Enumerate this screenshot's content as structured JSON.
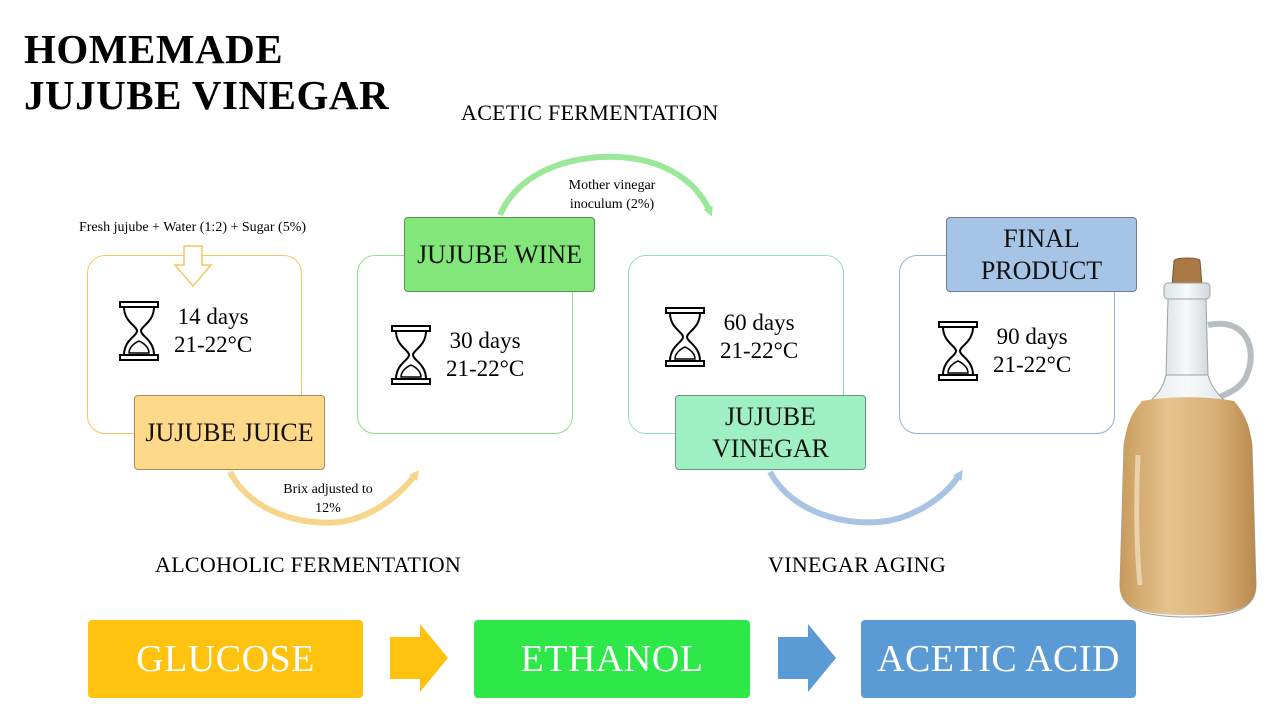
{
  "title": {
    "line1": "HOMEMADE",
    "line2": "JUJUBE VINEGAR"
  },
  "phases": {
    "acetic": "ACETIC FERMENTATION",
    "alcoholic": "ALCOHOLIC FERMENTATION",
    "aging": "VINEGAR AGING"
  },
  "notes": {
    "ingredients": "Fresh jujube + Water (1:2) + Sugar (5%)",
    "brix_line1": "Brix adjusted to",
    "brix_line2": "12%",
    "mother_line1": "Mother vinegar",
    "mother_line2": "inoculum (2%)"
  },
  "stages": [
    {
      "label_line1": "JUJUBE JUICE",
      "label_line2": "",
      "days": "14 days",
      "temp": "21-22°C",
      "fill": "#ffd98a",
      "border": "#f5c242"
    },
    {
      "label_line1": "JUJUBE WINE",
      "label_line2": "",
      "days": "30 days",
      "temp": "21-22°C",
      "fill": "#82e67a",
      "border": "#5fd45a"
    },
    {
      "label_line1": "JUJUBE",
      "label_line2": "VINEGAR",
      "days": "60 days",
      "temp": "21-22°C",
      "fill": "#9ef0c2",
      "border": "#6fdca0"
    },
    {
      "label_line1": "FINAL",
      "label_line2": "PRODUCT",
      "days": "90 days",
      "temp": "21-22°C",
      "fill": "#a6c4e6",
      "border": "#6e9ad0"
    }
  ],
  "chemicals": [
    {
      "name": "GLUCOSE",
      "color": "#ffc20e"
    },
    {
      "name": "ETHANOL",
      "color": "#2ee84a"
    },
    {
      "name": "ACETIC ACID",
      "color": "#5b9bd5"
    }
  ],
  "icons": {
    "timer": "hourglass-icon",
    "bottle": "vinegar-bottle-image"
  }
}
